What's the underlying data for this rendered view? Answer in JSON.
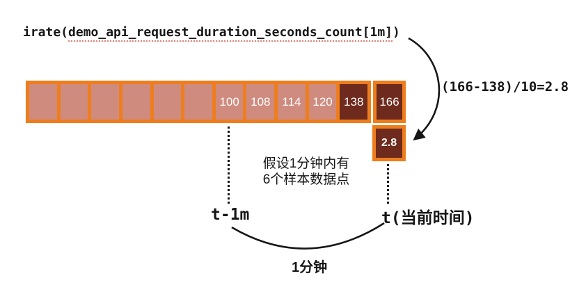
{
  "title": {
    "prefix": "irate(",
    "metric": "demo_api_request_duration_seconds_count[1m]",
    "suffix": ")"
  },
  "formula": "(166-138)/10=2.8",
  "samples": {
    "strip_cells": [
      {
        "value": "",
        "dark": false
      },
      {
        "value": "",
        "dark": false
      },
      {
        "value": "",
        "dark": false
      },
      {
        "value": "",
        "dark": false
      },
      {
        "value": "",
        "dark": false
      },
      {
        "value": "",
        "dark": false
      },
      {
        "value": "100",
        "dark": false
      },
      {
        "value": "108",
        "dark": false
      },
      {
        "value": "114",
        "dark": false
      },
      {
        "value": "120",
        "dark": false
      },
      {
        "value": "138",
        "dark": true
      }
    ],
    "detached_cell": {
      "value": "166",
      "dark": true
    },
    "result_cell": {
      "value": "2.8",
      "dark": true
    }
  },
  "annotation": {
    "line1": "假设1分钟内有",
    "line2": "6个样本数据点"
  },
  "timeline": {
    "start_label": "t-1m",
    "end_label": "t(当前时间)",
    "span_label": "1分钟"
  },
  "colors": {
    "orange": "#EE7E1D",
    "salmon": "#CF8B7E",
    "maroon": "#6E2A1C",
    "ink": "#161616",
    "underline_red": "#E57D72",
    "cell_text": "#FFFFFF"
  }
}
